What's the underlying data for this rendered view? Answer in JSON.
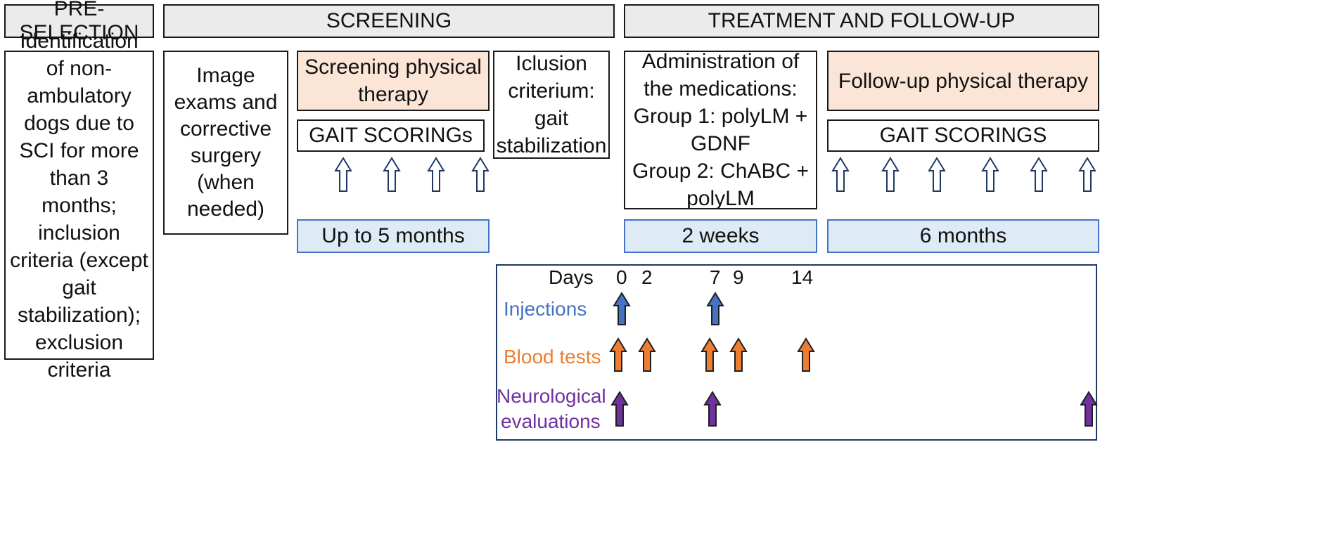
{
  "headers": {
    "preselection": "PRE-SELECTION",
    "screening": "SCREENING",
    "treatment": "TREATMENT AND FOLLOW-UP"
  },
  "preselection_box": "Identification of non-ambulatory dogs due to SCI for more than 3 months; inclusion criteria (except gait stabilization); exclusion criteria",
  "image_exams_box": "Image exams and corrective surgery (when needed)",
  "screening_pt": "Screening physical therapy",
  "screening_gait": "GAIT SCORINGs",
  "screening_duration": "Up to 5 months",
  "inclusion_box": "Iclusion criterium: gait stabilization",
  "administration": {
    "line1": "Administration of",
    "line2": "the medications:",
    "line3": "Group 1: polyLM +",
    "line4": "GDNF",
    "line5": "Group 2: ChABC +",
    "line6": "polyLM"
  },
  "treatment_duration": "2 weeks",
  "followup_pt": "Follow-up physical therapy",
  "followup_gait": "GAIT SCORINGS",
  "followup_duration": "6 months",
  "timeline": {
    "days_label": "Days",
    "days": [
      "0",
      "2",
      "7",
      "9",
      "14"
    ],
    "rows": [
      {
        "label": "Injections",
        "color": "#4472c4"
      },
      {
        "label": "Blood tests",
        "color": "#ed7d31"
      },
      {
        "label": "Neurological evaluations",
        "label_lines": [
          "Neurological",
          "evaluations"
        ],
        "color": "#7030a0"
      }
    ]
  },
  "colors": {
    "header_fill": "#ebebeb",
    "peach_fill": "#fbe5d6",
    "blue_fill": "#deebf7",
    "blue_border": "#4472c4",
    "injection": "#4472c4",
    "blood": "#ed7d31",
    "neuro": "#7030a0",
    "timeline_border": "#1f3864",
    "outline_arrow_stroke": "#1f3864"
  },
  "icons": [
    "up-arrow-outline-icon",
    "up-arrow-filled-icon"
  ]
}
